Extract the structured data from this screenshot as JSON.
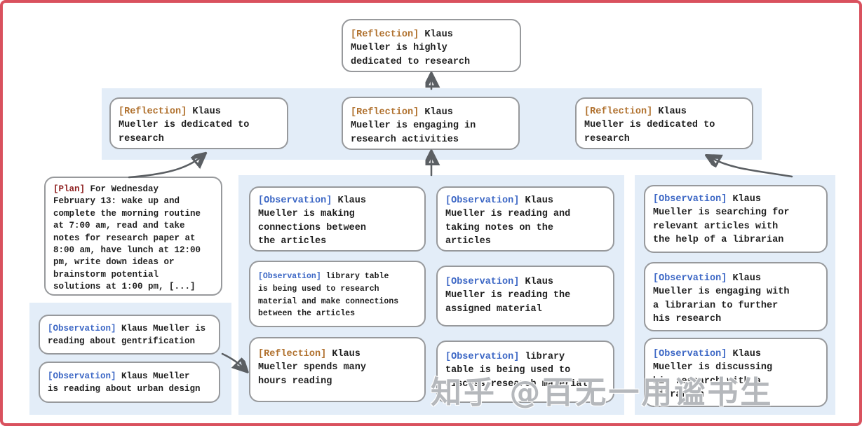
{
  "colors": {
    "frame_border": "#d9515e",
    "panel_bg": "#e3edf8",
    "node_border": "#97999c",
    "arrow": "#5b5f63",
    "reflection_tag": "#b0712e",
    "observation_tag": "#3c67c5",
    "plan_tag": "#8e1f1f"
  },
  "nodes": {
    "top_reflection": {
      "tag": "[Reflection]",
      "text": "Klaus\nMueller is highly\ndedicated to research"
    },
    "row_reflection_left": {
      "tag": "[Reflection]",
      "text": "Klaus\nMueller is dedicated to\nresearch"
    },
    "row_reflection_mid": {
      "tag": "[Reflection]",
      "text": "Klaus\nMueller is engaging in\nresearch activities"
    },
    "row_reflection_right": {
      "tag": "[Reflection]",
      "text": "Klaus\nMueller is dedicated to\nresearch"
    },
    "plan": {
      "tag": "[Plan]",
      "text": "For Wednesday\nFebruary 13: wake up and\ncomplete the morning routine\nat 7:00 am, read and take\nnotes for research paper at\n8:00 am, have lunch at 12:00\npm, write down ideas or\nbrainstorm potential\nsolutions at 1:00 pm, [...]"
    },
    "left_obs_gentrification": {
      "tag": "[Observation]",
      "text": "Klaus Mueller is\nreading about gentrification"
    },
    "left_obs_urban_design": {
      "tag": "[Observation]",
      "text": "Klaus Mueller\nis reading about urban design"
    },
    "mid_obs_connections": {
      "tag": "[Observation]",
      "text": "Klaus\nMueller is making\nconnections between\nthe articles"
    },
    "mid_obs_library_research": {
      "tag": "[Observation]",
      "text": "library table\nis being used to research\nmaterial and make connections\nbetween the articles"
    },
    "mid_reflection_hours": {
      "tag": "[Reflection]",
      "text": "Klaus\nMueller spends many\nhours reading"
    },
    "mid_obs_taking_notes": {
      "tag": "[Observation]",
      "text": "Klaus\nMueller is reading and\ntaking notes on the\narticles"
    },
    "mid_obs_assigned_material": {
      "tag": "[Observation]",
      "text": "Klaus\nMueller is reading the\nassigned material"
    },
    "mid_obs_library_discuss": {
      "tag": "[Observation]",
      "text": "library\ntable is being used to\ndiscuss research material"
    },
    "right_obs_searching": {
      "tag": "[Observation]",
      "text": "Klaus\nMueller is searching for\nrelevant articles with\nthe help of a librarian"
    },
    "right_obs_engaging_librarian": {
      "tag": "[Observation]",
      "text": "Klaus\nMueller is engaging with\na librarian to further\nhis research"
    },
    "right_obs_discussing": {
      "tag": "[Observation]",
      "text": "Klaus\nMueller is discussing\nhis research with a\nlibrarian"
    }
  },
  "watermark": "知乎 @百无一用谧书生"
}
